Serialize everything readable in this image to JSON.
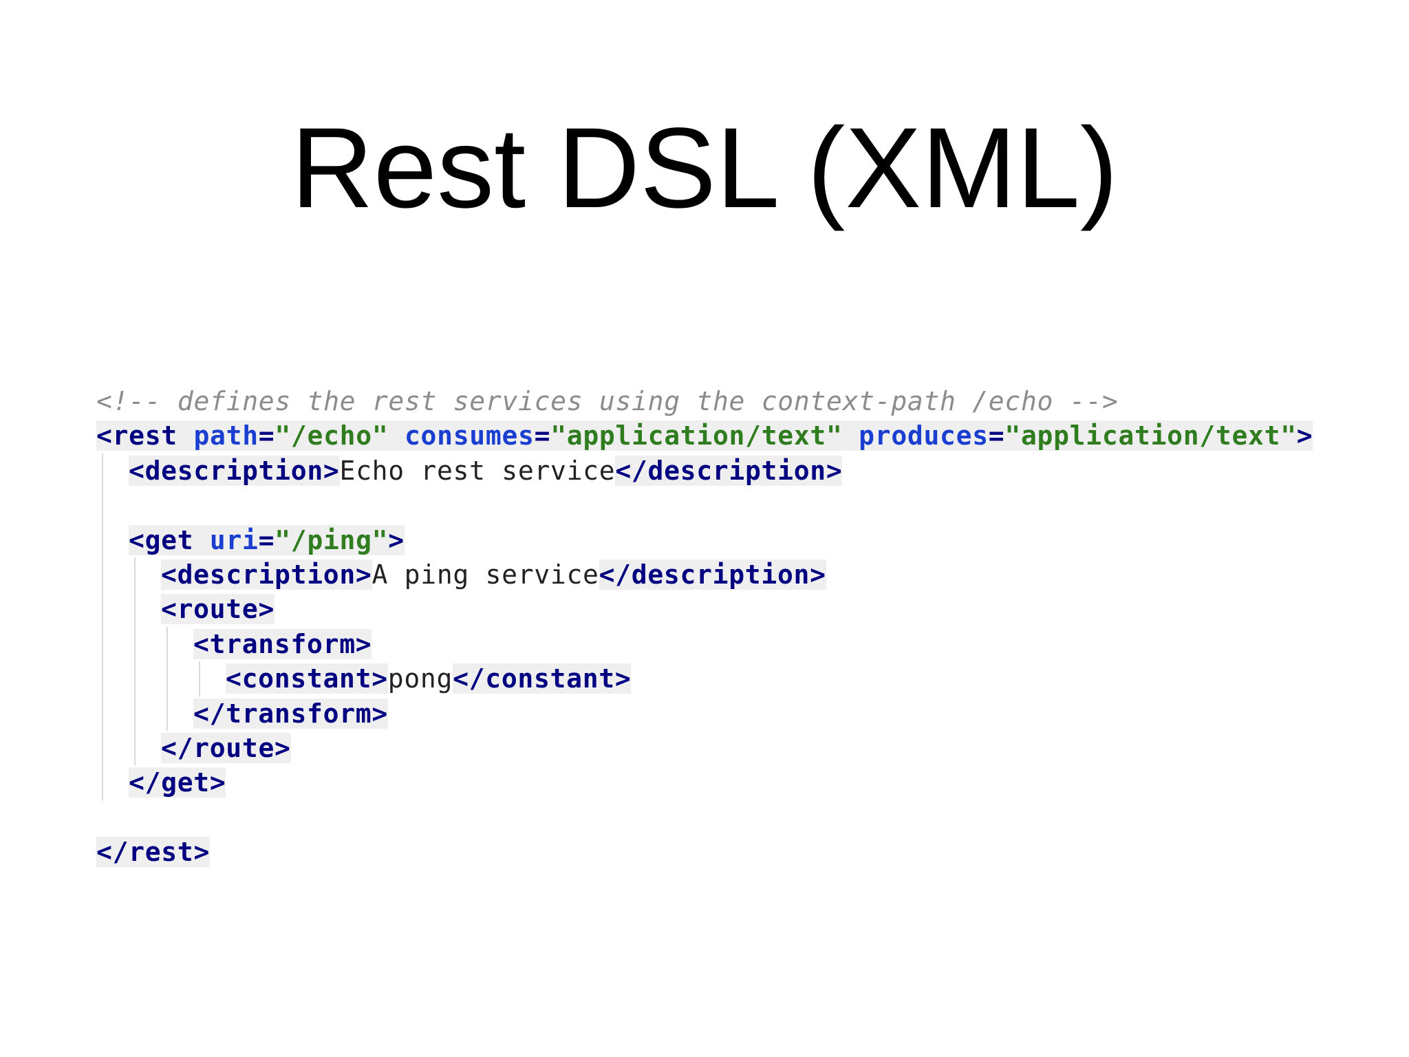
{
  "slide": {
    "title": "Rest DSL (XML)"
  },
  "colors": {
    "tag": "#000080",
    "attribute": "#1a3fd0",
    "string": "#2f7d1f",
    "comment": "#8c8c8c",
    "text": "#222222",
    "highlight": "#efefef"
  },
  "code": {
    "lines": [
      {
        "indent": 0,
        "segments": [
          {
            "t": "<!-- defines the rest services using the context-path /echo -->",
            "k": "comment"
          }
        ]
      },
      {
        "indent": 0,
        "segments": [
          {
            "t": "<rest",
            "k": "tag"
          },
          {
            "t": " ",
            "k": "space"
          },
          {
            "t": "path",
            "k": "attr"
          },
          {
            "t": "=",
            "k": "tag"
          },
          {
            "t": "\"/echo\"",
            "k": "str"
          },
          {
            "t": " ",
            "k": "space"
          },
          {
            "t": "consumes",
            "k": "attr"
          },
          {
            "t": "=",
            "k": "tag"
          },
          {
            "t": "\"application/text\"",
            "k": "str"
          },
          {
            "t": " ",
            "k": "space"
          },
          {
            "t": "produces",
            "k": "attr"
          },
          {
            "t": "=",
            "k": "tag"
          },
          {
            "t": "\"application/text\"",
            "k": "str"
          },
          {
            "t": ">",
            "k": "tag"
          }
        ]
      },
      {
        "indent": 1,
        "segments": [
          {
            "t": "<description>",
            "k": "tag"
          },
          {
            "t": "Echo rest service",
            "k": "text"
          },
          {
            "t": "</description>",
            "k": "tag"
          }
        ]
      },
      {
        "indent": 1,
        "segments": []
      },
      {
        "indent": 1,
        "segments": [
          {
            "t": "<get",
            "k": "tag"
          },
          {
            "t": " ",
            "k": "space"
          },
          {
            "t": "uri",
            "k": "attr"
          },
          {
            "t": "=",
            "k": "tag"
          },
          {
            "t": "\"/ping\"",
            "k": "str"
          },
          {
            "t": ">",
            "k": "tag"
          }
        ]
      },
      {
        "indent": 2,
        "segments": [
          {
            "t": "<description>",
            "k": "tag"
          },
          {
            "t": "A ping service",
            "k": "text"
          },
          {
            "t": "</description>",
            "k": "tag"
          }
        ]
      },
      {
        "indent": 2,
        "segments": [
          {
            "t": "<route>",
            "k": "tag"
          }
        ]
      },
      {
        "indent": 3,
        "segments": [
          {
            "t": "<transform>",
            "k": "tag"
          }
        ]
      },
      {
        "indent": 4,
        "segments": [
          {
            "t": "<constant>",
            "k": "tag"
          },
          {
            "t": "pong",
            "k": "text"
          },
          {
            "t": "</constant>",
            "k": "tag"
          }
        ]
      },
      {
        "indent": 3,
        "segments": [
          {
            "t": "</transform>",
            "k": "tag"
          }
        ]
      },
      {
        "indent": 2,
        "segments": [
          {
            "t": "</route>",
            "k": "tag"
          }
        ]
      },
      {
        "indent": 1,
        "segments": [
          {
            "t": "</get>",
            "k": "tag"
          }
        ]
      },
      {
        "indent": 0,
        "segments": []
      },
      {
        "indent": 0,
        "segments": [
          {
            "t": "</rest>",
            "k": "tag"
          }
        ]
      }
    ]
  }
}
